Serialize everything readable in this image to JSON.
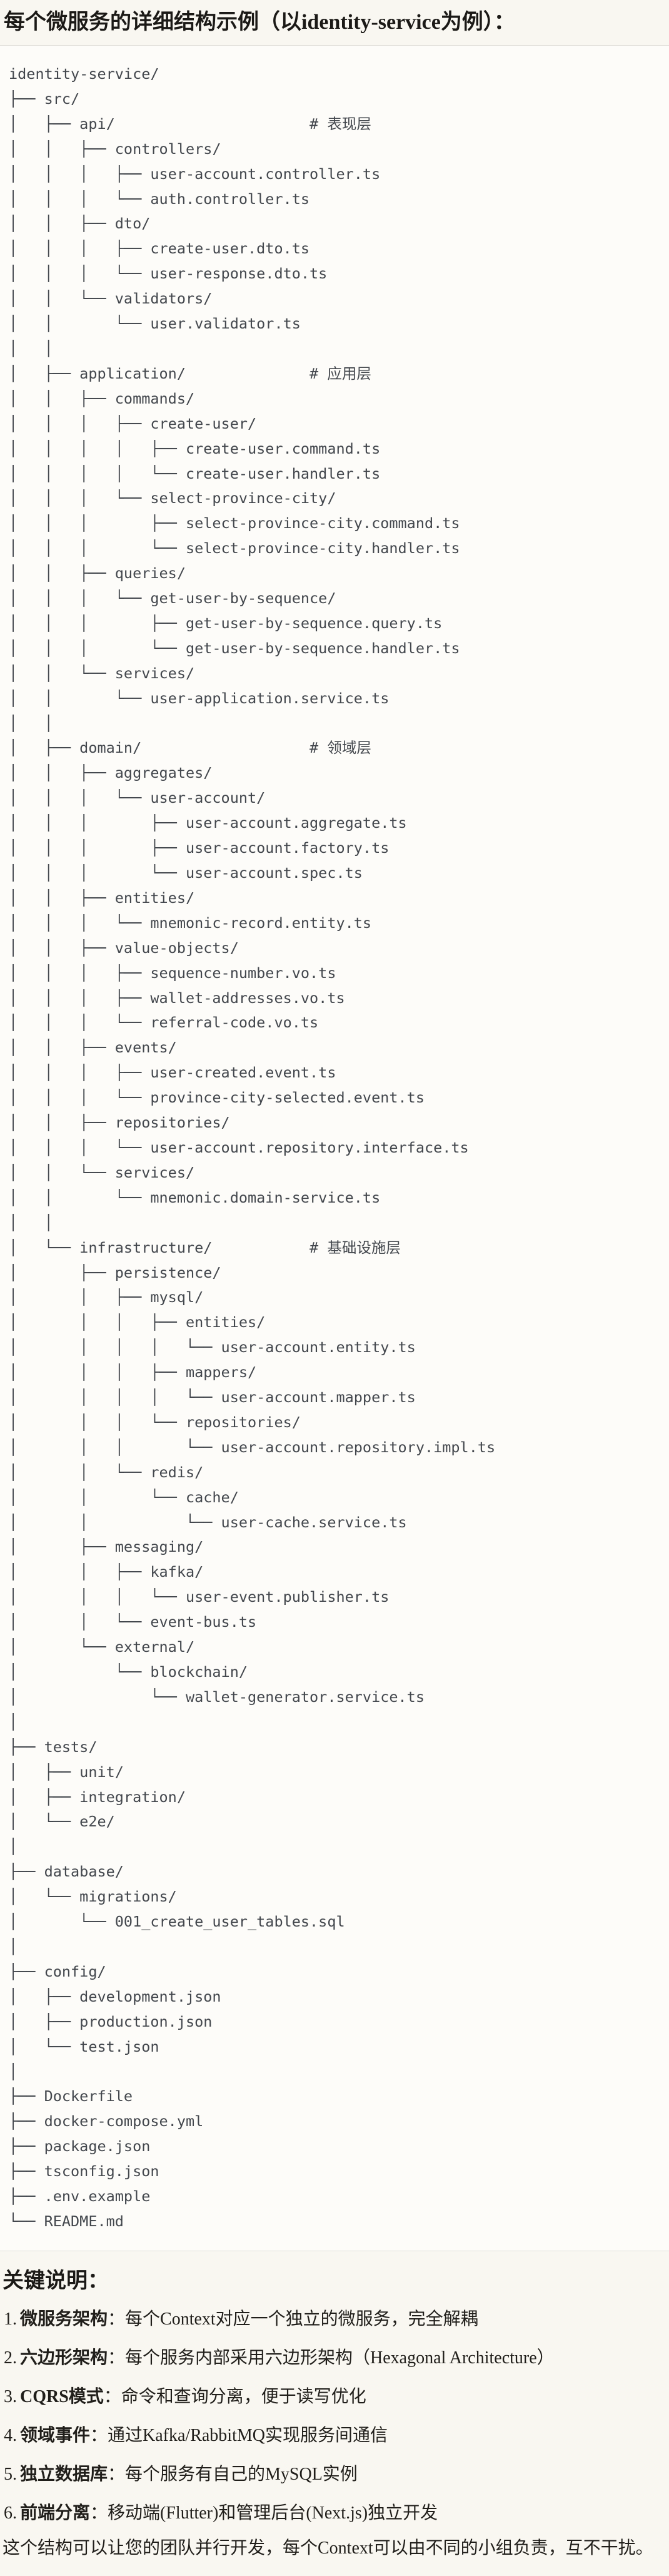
{
  "page": {
    "title": "每个微服务的详细结构示例（以identity-service为例）：",
    "background_color": "#f9f7f1"
  },
  "code_block": {
    "background_color": "#fdfcf9",
    "border_color": "#dedcd6",
    "text_color": "#43474d",
    "lines": [
      "identity-service/",
      "├── src/",
      "│   ├── api/                      # 表现层",
      "│   │   ├── controllers/",
      "│   │   │   ├── user-account.controller.ts",
      "│   │   │   └── auth.controller.ts",
      "│   │   ├── dto/",
      "│   │   │   ├── create-user.dto.ts",
      "│   │   │   └── user-response.dto.ts",
      "│   │   └── validators/",
      "│   │       └── user.validator.ts",
      "│   │",
      "│   ├── application/              # 应用层",
      "│   │   ├── commands/",
      "│   │   │   ├── create-user/",
      "│   │   │   │   ├── create-user.command.ts",
      "│   │   │   │   └── create-user.handler.ts",
      "│   │   │   └── select-province-city/",
      "│   │   │       ├── select-province-city.command.ts",
      "│   │   │       └── select-province-city.handler.ts",
      "│   │   ├── queries/",
      "│   │   │   └── get-user-by-sequence/",
      "│   │   │       ├── get-user-by-sequence.query.ts",
      "│   │   │       └── get-user-by-sequence.handler.ts",
      "│   │   └── services/",
      "│   │       └── user-application.service.ts",
      "│   │",
      "│   ├── domain/                   # 领域层",
      "│   │   ├── aggregates/",
      "│   │   │   └── user-account/",
      "│   │   │       ├── user-account.aggregate.ts",
      "│   │   │       ├── user-account.factory.ts",
      "│   │   │       └── user-account.spec.ts",
      "│   │   ├── entities/",
      "│   │   │   └── mnemonic-record.entity.ts",
      "│   │   ├── value-objects/",
      "│   │   │   ├── sequence-number.vo.ts",
      "│   │   │   ├── wallet-addresses.vo.ts",
      "│   │   │   └── referral-code.vo.ts",
      "│   │   ├── events/",
      "│   │   │   ├── user-created.event.ts",
      "│   │   │   └── province-city-selected.event.ts",
      "│   │   ├── repositories/",
      "│   │   │   └── user-account.repository.interface.ts",
      "│   │   └── services/",
      "│   │       └── mnemonic.domain-service.ts",
      "│   │",
      "│   └── infrastructure/           # 基础设施层",
      "│       ├── persistence/",
      "│       │   ├── mysql/",
      "│       │   │   ├── entities/",
      "│       │   │   │   └── user-account.entity.ts",
      "│       │   │   ├── mappers/",
      "│       │   │   │   └── user-account.mapper.ts",
      "│       │   │   └── repositories/",
      "│       │   │       └── user-account.repository.impl.ts",
      "│       │   └── redis/",
      "│       │       └── cache/",
      "│       │           └── user-cache.service.ts",
      "│       ├── messaging/",
      "│       │   ├── kafka/",
      "│       │   │   └── user-event.publisher.ts",
      "│       │   └── event-bus.ts",
      "│       └── external/",
      "│           └── blockchain/",
      "│               └── wallet-generator.service.ts",
      "│",
      "├── tests/",
      "│   ├── unit/",
      "│   ├── integration/",
      "│   └── e2e/",
      "│",
      "├── database/",
      "│   └── migrations/",
      "│       └── 001_create_user_tables.sql",
      "│",
      "├── config/",
      "│   ├── development.json",
      "│   ├── production.json",
      "│   └── test.json",
      "│",
      "├── Dockerfile",
      "├── docker-compose.yml",
      "├── package.json",
      "├── tsconfig.json",
      "├── .env.example",
      "└── README.md"
    ]
  },
  "notes": {
    "heading": "关键说明：",
    "items": [
      {
        "num": "1.",
        "label": "微服务架构",
        "text": "：每个Context对应一个独立的微服务，完全解耦"
      },
      {
        "num": "2.",
        "label": "六边形架构",
        "text": "：每个服务内部采用六边形架构（Hexagonal Architecture）"
      },
      {
        "num": "3.",
        "label": "CQRS模式",
        "text": "：命令和查询分离，便于读写优化"
      },
      {
        "num": "4.",
        "label": "领域事件",
        "text": "：通过Kafka/RabbitMQ实现服务间通信"
      },
      {
        "num": "5.",
        "label": "独立数据库",
        "text": "：每个服务有自己的MySQL实例"
      },
      {
        "num": "6.",
        "label": "前端分离",
        "text": "：移动端(Flutter)和管理后台(Next.js)独立开发"
      }
    ],
    "footer": "这个结构可以让您的团队并行开发，每个Context可以由不同的小组负责，互不干扰。"
  }
}
